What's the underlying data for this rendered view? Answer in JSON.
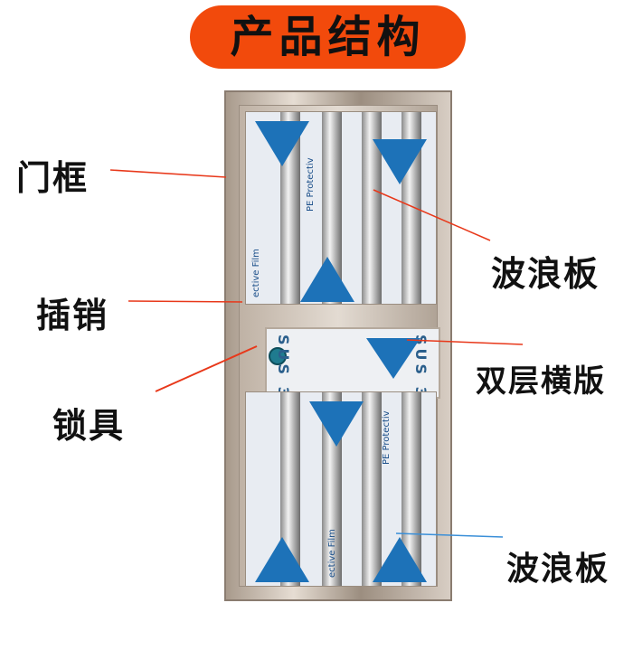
{
  "title": "产品结构",
  "labels": {
    "door_frame": "门框",
    "latch": "插销",
    "lock": "锁具",
    "wave_panel_top": "波浪板",
    "double_cross_panel": "双层横版",
    "wave_panel_bottom": "波浪板"
  },
  "film_text": {
    "pe_protective": "PE Protectiv",
    "protective_film": "ective Film",
    "sus": "SUS 3"
  },
  "colors": {
    "title_bg": "#f24a0c",
    "arrow_red": "#e8381a",
    "arrow_blue": "#3a8fd8"
  }
}
